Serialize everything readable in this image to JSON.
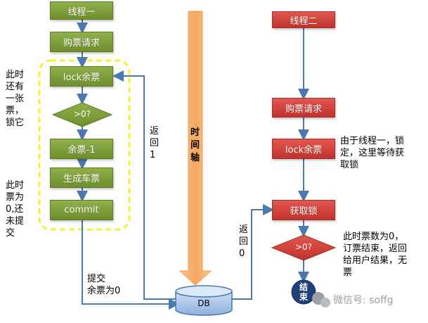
{
  "thread1": {
    "title": "线程一",
    "request": "购票请求",
    "lock": "lock余票",
    "condition": ">0?",
    "decrement": "余票-1",
    "ticket": "生成车票",
    "commit": "commit"
  },
  "thread2": {
    "title": "线程二",
    "request": "购票请求",
    "lock": "lock余票",
    "acquire": "获取锁",
    "condition": ">0?",
    "end": "结束"
  },
  "db": {
    "label": "DB"
  },
  "timeline": {
    "label": "时\n间\n轴"
  },
  "notes": {
    "lock_held": "此时\n还有\n一张\n票，\n锁它",
    "zero_left": "此时\n票为\n0,还\n未提\n交",
    "return_one": "返\n回\n1",
    "commit_note": "提交\n余票为0",
    "return_zero": "返\n回\n0",
    "wait_lock": "由于线程一，锁\n定，这里等待获\n取锁",
    "result": "此时票数为0，\n订票结束，返回\n给用户结果，无\n票"
  },
  "watermark": "微信号: soffg",
  "colors": {
    "green": "#7a9a36",
    "red": "#d0403a",
    "arrow_blue": "#4a78b0",
    "highlight_yellow": "#f2f23a",
    "timeline_orange": "#f6a65c"
  }
}
